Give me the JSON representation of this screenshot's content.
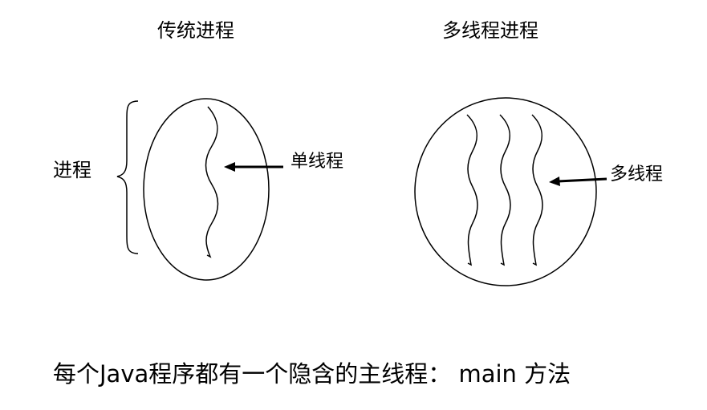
{
  "diagram": {
    "left_title": "传统进程",
    "right_title": "多线程进程",
    "process_label": "进程",
    "single_thread_label": "单线程",
    "multi_thread_label": "多线程",
    "caption": "每个Java程序都有一个隐含的主线程： main 方法"
  },
  "colors": {
    "stroke": "#000000",
    "background": "#ffffff"
  }
}
